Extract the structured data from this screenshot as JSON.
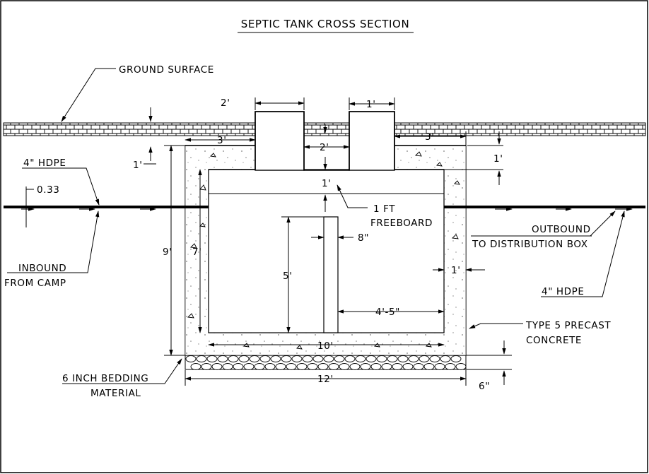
{
  "title": "SEPTIC TANK CROSS SECTION",
  "labels": {
    "ground_surface": "GROUND SURFACE",
    "hdpe_in": "4\" HDPE",
    "slope": "0.33",
    "inbound_line1": "INBOUND",
    "inbound_line2": "FROM CAMP",
    "outbound_line1": "OUTBOUND",
    "outbound_line2": "TO DISTRIBUTION BOX",
    "hdpe_out": "4\" HDPE",
    "freeboard_line1": "1 FT",
    "freeboard_line2": "FREEBOARD",
    "concrete_line1": "TYPE 5 PRECAST",
    "concrete_line2": "CONCRETE",
    "bedding_line1": "6 INCH BEDDING",
    "bedding_line2": "MATERIAL"
  },
  "dimensions": {
    "riser_left_width": "2'",
    "riser_right_width": "1'",
    "top_left": "3'",
    "top_right": "3'",
    "riser_gap": "2'",
    "cover_left": "1'",
    "lid_right": "1'",
    "freeboard": "1'",
    "height_outer": "9'",
    "height_inner": "7'",
    "baffle_height": "5'",
    "baffle_thickness": "8\"",
    "baffle_offset": "4'-5\"",
    "wall_right": "1'",
    "inner_width": "10'",
    "outer_width": "12'",
    "bedding_thickness": "6\""
  }
}
